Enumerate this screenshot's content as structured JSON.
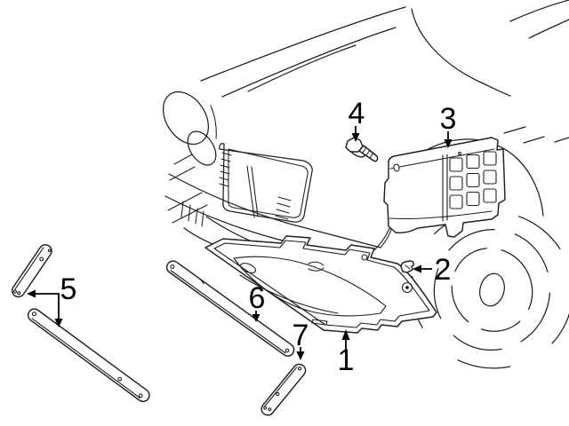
{
  "diagram": {
    "kind": "exploded-parts-line-drawing",
    "colors": {
      "background": "#ffffff",
      "line": "#1f1f1f",
      "label": "#000000"
    },
    "callouts": [
      {
        "label": "1",
        "part": "under-cover-splash-shield"
      },
      {
        "label": "2",
        "part": "retainer-clip"
      },
      {
        "label": "3",
        "part": "side-splash-shield-panel"
      },
      {
        "label": "4",
        "part": "mounting-bolt"
      },
      {
        "label": "5",
        "part": "side-rail-pair"
      },
      {
        "label": "6",
        "part": "long-front-rail"
      },
      {
        "label": "7",
        "part": "short-side-rail"
      }
    ]
  }
}
